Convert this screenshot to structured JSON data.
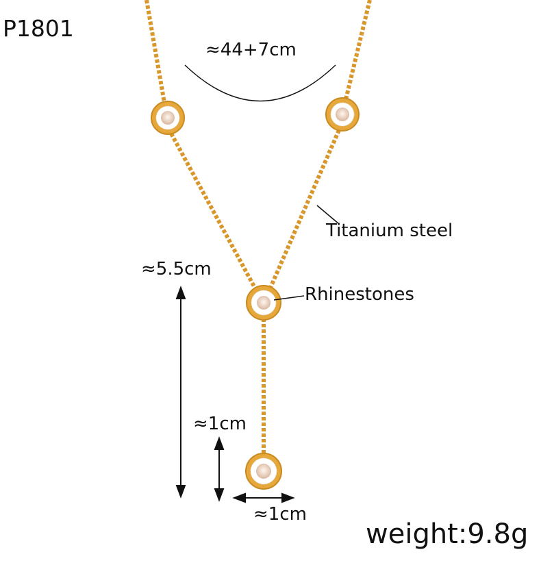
{
  "product_code": "P1801",
  "labels": {
    "length": "≈44+7cm",
    "material": "Titanium steel",
    "stones": "Rhinestones",
    "drop_length": "≈5.5cm",
    "pendant_height": "≈1cm",
    "pendant_width": "≈1cm",
    "weight": "weight:9.8g"
  },
  "colors": {
    "gold": "#e0a030",
    "stone": "#f2ddd0"
  }
}
